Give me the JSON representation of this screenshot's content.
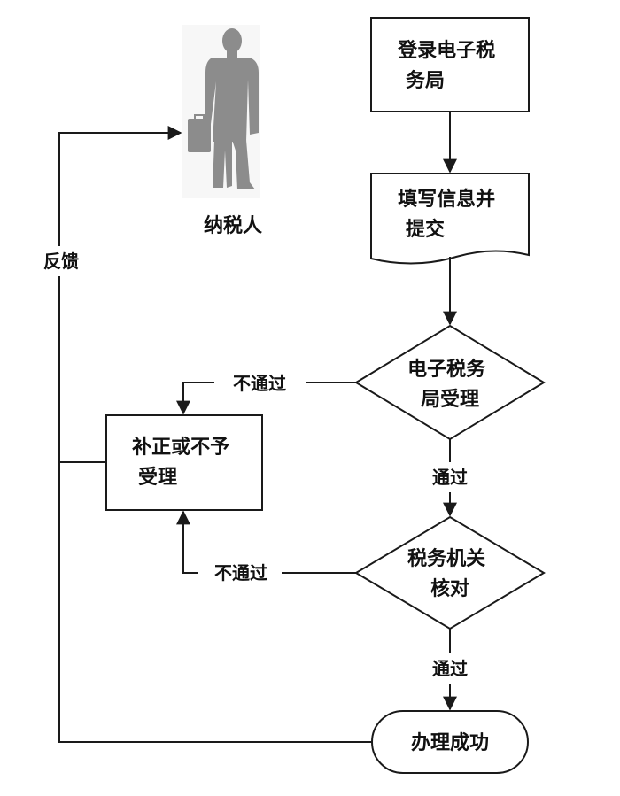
{
  "nodes": {
    "login": {
      "lines": [
        "登录电子税",
        "务局"
      ]
    },
    "fill_submit": {
      "lines": [
        "填写信息并",
        "提交"
      ]
    },
    "etax_accept": {
      "lines": [
        "电子税务",
        "局受理"
      ]
    },
    "tax_verify": {
      "lines": [
        "税务机关",
        "核对"
      ]
    },
    "correct_reject": {
      "lines": [
        "补正或不予",
        "受理"
      ]
    },
    "success": {
      "lines": [
        "办理成功"
      ]
    }
  },
  "taxpayer_label": "纳税人",
  "edge_labels": {
    "feedback": "反馈",
    "fail_1": "不通过",
    "pass_1": "通过",
    "fail_2": "不通过",
    "pass_2": "通过"
  },
  "colors": {
    "line": "#1a1a1a",
    "fill": "#ffffff",
    "person": "#8c8c8c"
  }
}
